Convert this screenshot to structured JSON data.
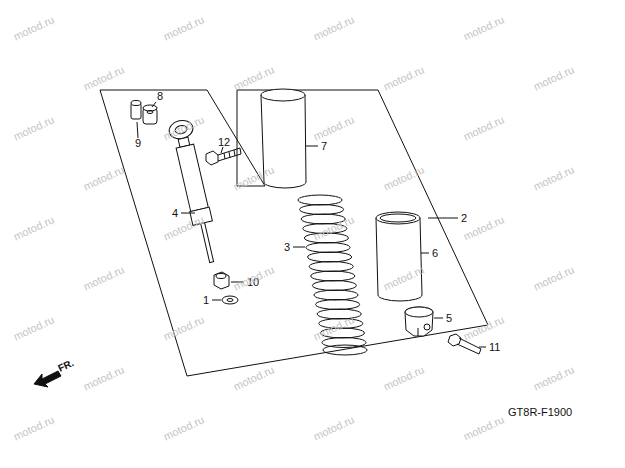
{
  "diagram": {
    "labels": [
      "8",
      "9",
      "12",
      "7",
      "4",
      "3",
      "2",
      "6",
      "10",
      "1",
      "5",
      "11",
      "FR.",
      "GT8R-F1900",
      "motod.ru",
      "motod.ru",
      "motod.ru",
      "motod.ru",
      "motod.ru",
      "motod.ru",
      "motod.ru",
      "motod.ru",
      "motod.ru",
      "motod.ru",
      "motod.ru",
      "motod.ru",
      "motod.ru",
      "motod.ru",
      "motod.ru",
      "motod.ru",
      "motod.ru",
      "motod.ru",
      "motod.ru",
      "motod.ru",
      "motod.ru",
      "motod.ru",
      "motod.ru",
      "motod.ru",
      "motod.ru",
      "motod.ru",
      "motod.ru",
      "motod.ru",
      "motod.ru",
      "motod.ru",
      "motod.ru",
      "motod.ru",
      "motod.ru",
      "motod.ru",
      "motod.ru",
      "motod.ru"
    ]
  }
}
